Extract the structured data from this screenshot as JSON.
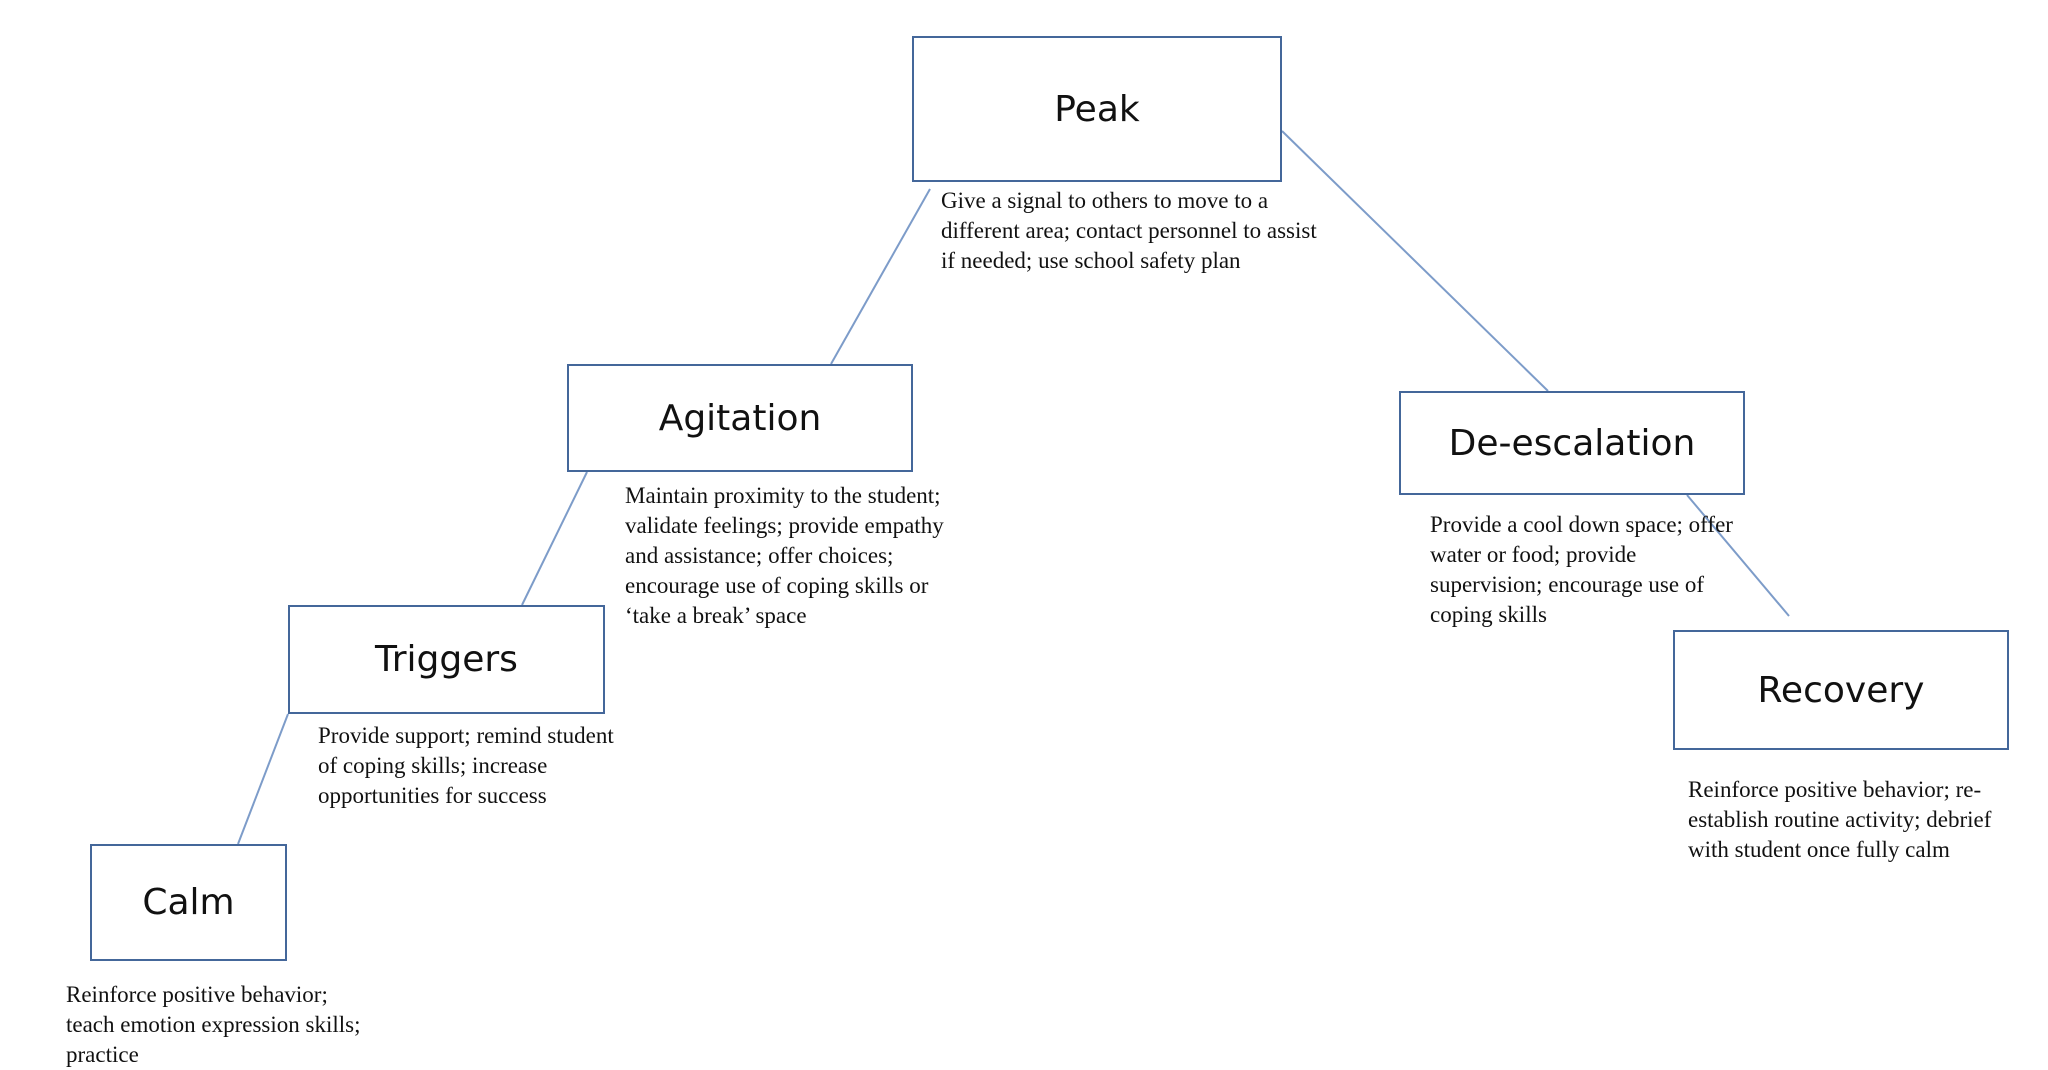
{
  "colors": {
    "box_border": "#44679a",
    "connector": "#7d9cc9",
    "text": "#111111"
  },
  "stages": {
    "peak": {
      "label": "Peak",
      "note": "Give a signal to others to move to a different area; contact personnel to assist if needed; use school safety plan"
    },
    "agitation": {
      "label": "Agitation",
      "note": "Maintain proximity to the student; validate feelings; provide empathy and assistance; offer choices; encourage use of coping skills or ‘take a break’ space"
    },
    "triggers": {
      "label": "Triggers",
      "note": "Provide support; remind student of coping skills; increase opportunities for success"
    },
    "calm": {
      "label": "Calm",
      "note": "Reinforce positive behavior; teach emotion expression skills; practice"
    },
    "deescalation": {
      "label": "De-escalation",
      "note": "Provide a cool down space; offer water or food; provide supervision; encourage use of coping skills"
    },
    "recovery": {
      "label": "Recovery",
      "note": "Reinforce positive behavior; re-establish routine activity; debrief with student once fully calm"
    }
  }
}
